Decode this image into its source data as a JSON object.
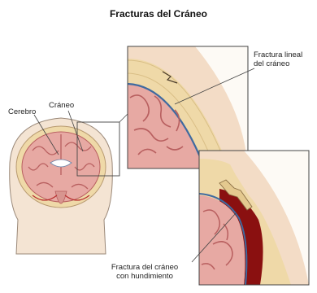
{
  "title": "Fracturas del Cráneo",
  "labels": {
    "brain": "Cerebro",
    "skull": "Cráneo",
    "linear_fracture_line1": "Fractura lineal",
    "linear_fracture_line2": "del cráneo",
    "depressed_fracture_line1": "Fractura del cráneo",
    "depressed_fracture_line2": "con hundimiento"
  },
  "colors": {
    "skin": "#f2dcc6",
    "bone": "#efd9a8",
    "brain": "#e7a9a3",
    "brain_fold": "#b85f5f",
    "dura": "#3f6aa0",
    "blood": "#8a1010"
  }
}
